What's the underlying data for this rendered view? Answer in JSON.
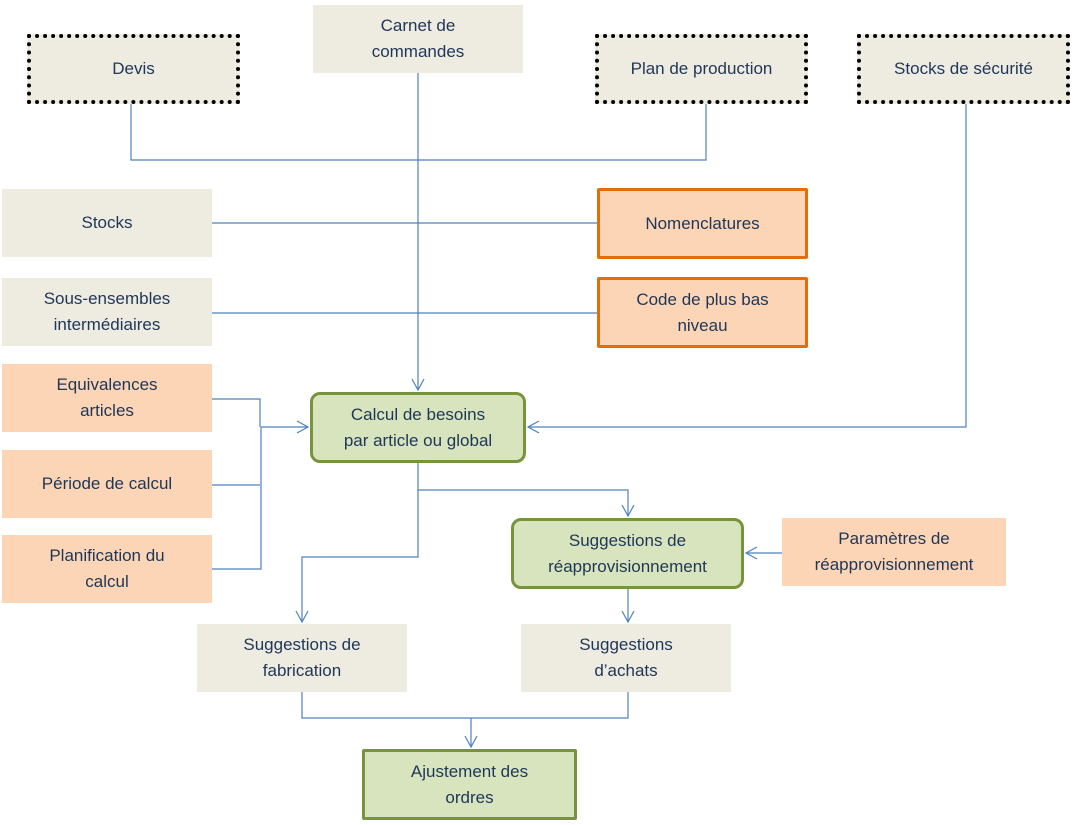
{
  "diagram": {
    "colors": {
      "text": "#1f3657",
      "connector": "#4f81bd",
      "beige_fill": "#eeebe1",
      "peach_fill": "#fbd5b5",
      "orange_border": "#e46c0a",
      "green_fill": "#d7e4bd",
      "green_border": "#77933c",
      "dotted_border": "#000000"
    },
    "nodes": {
      "devis": "Devis",
      "carnet": "Carnet de\ncommandes",
      "plan_production": "Plan de production",
      "stocks_securite": "Stocks de sécurité",
      "stocks": "Stocks",
      "nomenclatures": "Nomenclatures",
      "sous_ensembles": "Sous-ensembles\nintermédiaires",
      "code_bas_niveau": "Code de plus bas\nniveau",
      "equivalences": "Equivalences\narticles",
      "calcul_besoins": "Calcul de besoins\npar article ou global",
      "periode_calcul": "Période de calcul",
      "planification": "Planification du\ncalcul",
      "suggestions_reappro": "Suggestions de\nréapprovisionnement",
      "parametres_reappro": "Paramètres de\nréapprovisionnement",
      "suggestions_fabrication": "Suggestions de\nfabrication",
      "suggestions_achats": "Suggestions\nd’achats",
      "ajustement": "Ajustement des\nordres"
    },
    "edges": [
      {
        "from": "devis",
        "to": "calcul_besoins"
      },
      {
        "from": "plan_production",
        "to": "calcul_besoins"
      },
      {
        "from": "carnet",
        "to": "calcul_besoins"
      },
      {
        "from": "stocks",
        "to": "calcul_besoins"
      },
      {
        "from": "nomenclatures",
        "to": "calcul_besoins"
      },
      {
        "from": "sous_ensembles",
        "to": "calcul_besoins"
      },
      {
        "from": "code_bas_niveau",
        "to": "calcul_besoins"
      },
      {
        "from": "stocks_securite",
        "to": "calcul_besoins"
      },
      {
        "from": "equivalences",
        "to": "calcul_besoins"
      },
      {
        "from": "periode_calcul",
        "to": "calcul_besoins"
      },
      {
        "from": "planification",
        "to": "calcul_besoins"
      },
      {
        "from": "calcul_besoins",
        "to": "suggestions_reappro"
      },
      {
        "from": "calcul_besoins",
        "to": "suggestions_fabrication"
      },
      {
        "from": "parametres_reappro",
        "to": "suggestions_reappro"
      },
      {
        "from": "suggestions_reappro",
        "to": "suggestions_achats"
      },
      {
        "from": "suggestions_fabrication",
        "to": "ajustement"
      },
      {
        "from": "suggestions_achats",
        "to": "ajustement"
      }
    ]
  }
}
